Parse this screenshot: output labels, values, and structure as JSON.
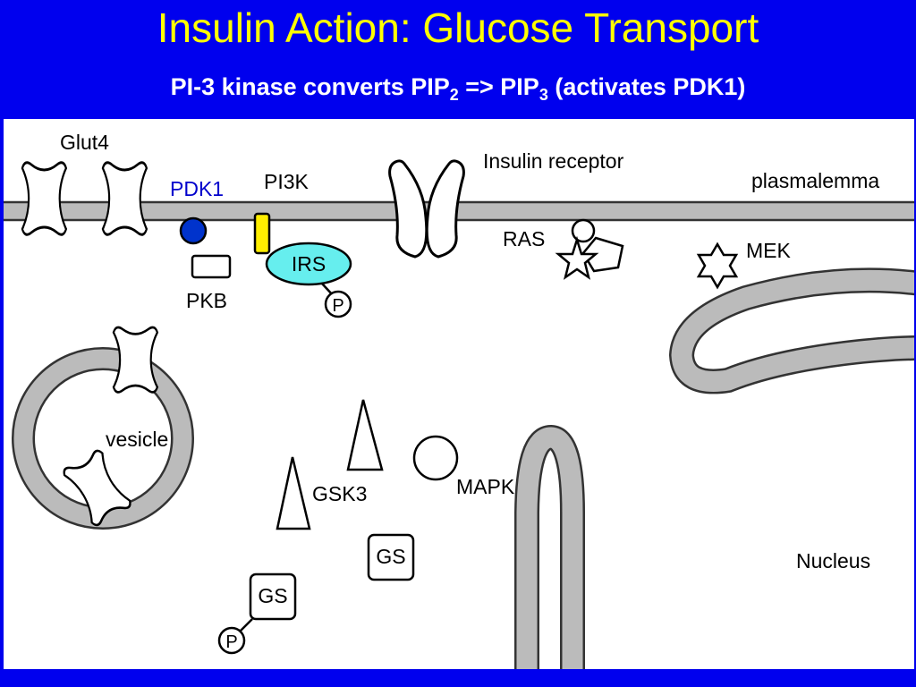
{
  "slide": {
    "title": "Insulin Action: Glucose Transport",
    "subtitle": {
      "prefix": "PI-3 kinase converts PIP",
      "sub1": "2",
      "middle": " => PIP",
      "sub2": "3",
      "suffix": " (activates PDK1)"
    }
  },
  "labels": {
    "glut4": "Glut4",
    "pdk1": "PDK1",
    "pi3k": "PI3K",
    "insulin_receptor": "Insulin receptor",
    "plasmalemma": "plasmalemma",
    "ras": "RAS",
    "mek": "MEK",
    "irs": "IRS",
    "pkb": "PKB",
    "phospho_irs": "P",
    "vesicle": "vesicle",
    "gsk3": "GSK3",
    "mapk": "MAPK",
    "gs1": "GS",
    "gs2": "GS",
    "phospho_gs": "P",
    "nucleus": "Nucleus"
  },
  "colors": {
    "header_bg": "#0000ee",
    "title": "#ffff00",
    "subtitle": "#ffffff",
    "membrane": "#bbbbbb",
    "pdk1": "#0033cc",
    "pi3k": "#ffee00",
    "irs": "#66eeee"
  }
}
